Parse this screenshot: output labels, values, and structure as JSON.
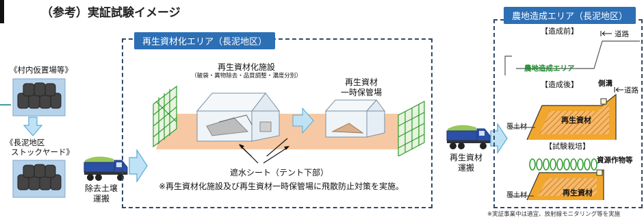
{
  "title": "（参考）実証試験イメージ",
  "left": {
    "temp_storage_label": "《村内仮置場等》",
    "stockyard_label_line1": "《長泥地区",
    "stockyard_label_line2": "ストックヤード》",
    "transport_label_line1": "除去土壌",
    "transport_label_line2": "運搬"
  },
  "recycling_area": {
    "tag": "再生資材化エリア（長泥地区）",
    "facility_title": "再生資材化施設",
    "facility_subtitle": "（破袋・異物除去・品質調整・濃度分別）",
    "storage_title_line1": "再生資材",
    "storage_title_line2": "一時保管場",
    "sheet_label": "遮水シート（テント下部）",
    "note": "※再生資材化施設及び再生資材一時保管場に飛散防止対策を実施。"
  },
  "middle": {
    "transport_label_line1": "再生資材",
    "transport_label_line2": "運搬"
  },
  "farmland_area": {
    "tag": "農地造成エリア（長泥地区）",
    "before_label": "【造成前】",
    "road_label_1": "道路",
    "farmland_inner_label": "農地造成エリア",
    "after_label": "【造成後】",
    "gutter_label": "側溝",
    "road_label_2": "道路",
    "topsoil_label_1": "覆土材",
    "recycled_label_1": "再生資材",
    "trial_label": "【試験栽培】",
    "crops_label": "資源作物等",
    "topsoil_label_2": "覆土材",
    "recycled_label_2": "再生資材",
    "footnote": "※実証事業中は適宜、放射線モニタリング等を実施"
  },
  "colors": {
    "tag_blue": "#2d6fb5",
    "dash_border": "#2f4868",
    "ground_peach": "#f6c9a4",
    "fence_green": "#2e9b2e",
    "soil_orange": "#f1a72c",
    "arrow_blue": "#bfe3f5"
  }
}
